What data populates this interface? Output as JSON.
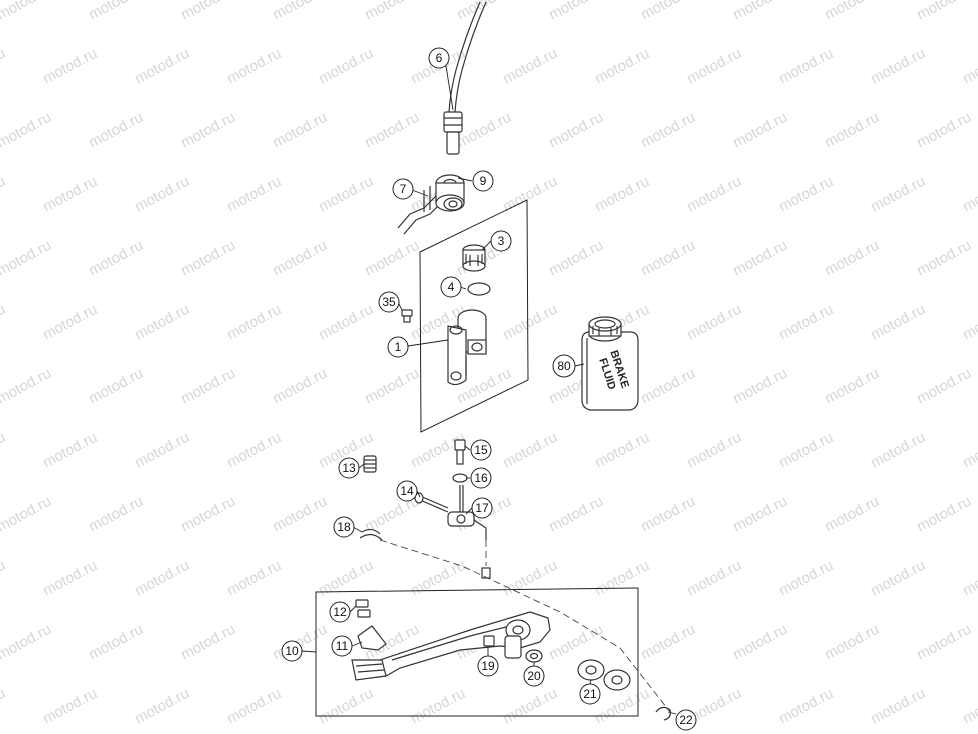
{
  "watermark": {
    "text": "motod.ru"
  },
  "colors": {
    "line": "#333333",
    "watermark": "#d6d6d6",
    "background": "#ffffff"
  },
  "bottle": {
    "label_line1": "BRAKE",
    "label_line2": "FLUID"
  },
  "callouts": [
    {
      "id": "6",
      "label": "6"
    },
    {
      "id": "9",
      "label": "9"
    },
    {
      "id": "7",
      "label": "7"
    },
    {
      "id": "3",
      "label": "3"
    },
    {
      "id": "4",
      "label": "4"
    },
    {
      "id": "35",
      "label": "35"
    },
    {
      "id": "1",
      "label": "1"
    },
    {
      "id": "80",
      "label": "80"
    },
    {
      "id": "15",
      "label": "15"
    },
    {
      "id": "13",
      "label": "13"
    },
    {
      "id": "16",
      "label": "16"
    },
    {
      "id": "14",
      "label": "14"
    },
    {
      "id": "17",
      "label": "17"
    },
    {
      "id": "18",
      "label": "18"
    },
    {
      "id": "12",
      "label": "12"
    },
    {
      "id": "11",
      "label": "11"
    },
    {
      "id": "10",
      "label": "10"
    },
    {
      "id": "19",
      "label": "19"
    },
    {
      "id": "20",
      "label": "20"
    },
    {
      "id": "21",
      "label": "21"
    },
    {
      "id": "22",
      "label": "22"
    }
  ]
}
